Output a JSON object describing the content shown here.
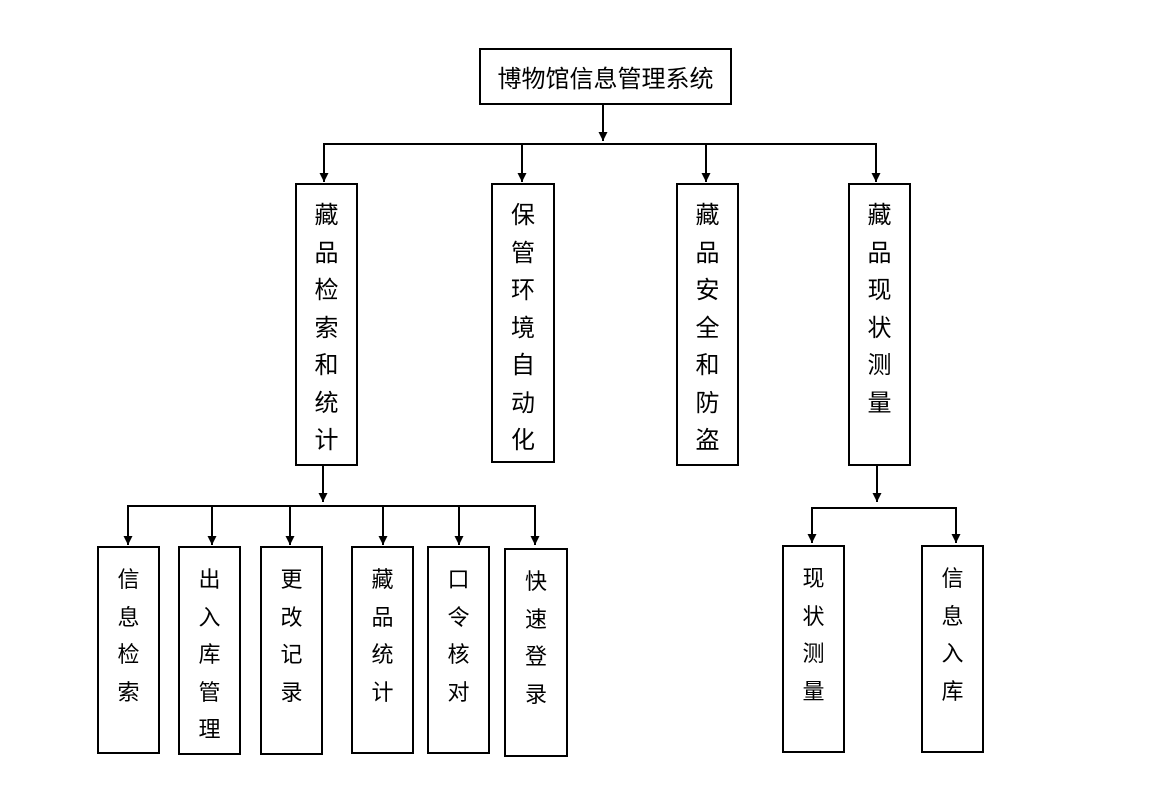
{
  "diagram": {
    "root": "博物馆信息管理系统",
    "level1": [
      "藏品检索和统计",
      "保管环境自动化",
      "藏品安全和防盗",
      "藏品现状测量"
    ],
    "children_of_collection_search": [
      "信息检索",
      "出入库管理",
      "更改记录",
      "藏品统计",
      "口令核对",
      "快速登录"
    ],
    "children_of_status_measurement": [
      "现状测量",
      "信息入库"
    ]
  }
}
